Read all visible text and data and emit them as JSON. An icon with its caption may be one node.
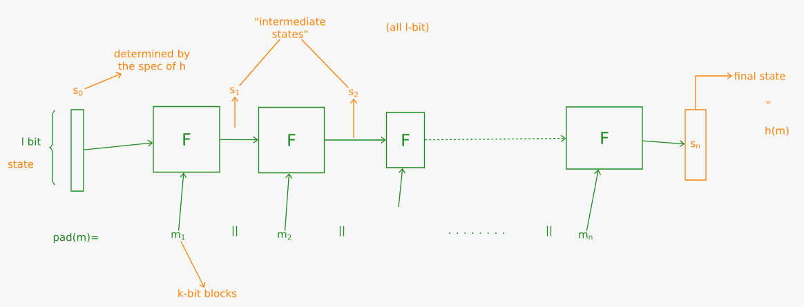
{
  "diagram": {
    "nodes": [
      {
        "text": [],
        "shape": "bar"
      },
      {
        "text": [
          "F"
        ]
      },
      {
        "text": [
          "F"
        ]
      },
      {
        "text": [
          "F"
        ]
      },
      {
        "text": [
          "F"
        ]
      },
      {
        "text": [
          "s$_{n}$"
        ]
      },
      {
        "text": [
          "s$_{0}$"
        ]
      },
      {
        "text": [
          "determined by the spec of h"
        ]
      },
      {
        "text": [
          "s$_{1}$"
        ]
      },
      {
        "text": [
          "s$_{2}$"
        ]
      },
      {
        "text": [
          "\"intermediate states\""
        ]
      },
      {
        "text": [
          "final state"
        ]
      },
      {
        "text": [
          "m$_{1}$"
        ]
      },
      {
        "text": [
          "m$_{2}$"
        ]
      },
      {
        "text": [
          "m$_{n}$"
        ]
      },
      {
        "text": [
          "k-bit blocks"
        ]
      }
    ],
    "edges": [
      {
        "from": 0,
        "to": 1,
        "arrow": "to"
      },
      {
        "from": 1,
        "to": 2,
        "arrow": "to"
      },
      {
        "from": 2,
        "to": 3,
        "arrow": "to"
      },
      {
        "from": 3,
        "to": 4,
        "arrow": "to",
        "style": "dashed"
      },
      {
        "from": 4,
        "to": 5,
        "arrow": "to"
      },
      {
        "from": 6,
        "to": 7,
        "arrow": "to",
        "color": "#ff8000"
      },
      {
        "from": null,
        "to": 8,
        "arrow": "to",
        "color": "#ff8000"
      },
      {
        "from": null,
        "to": 9,
        "arrow": "to",
        "color": "#ff8000"
      },
      {
        "from": 10,
        "to": 8,
        "arrow": "none",
        "color": "#ff8000"
      },
      {
        "from": 10,
        "to": 9,
        "arrow": "none",
        "color": "#ff8000"
      },
      {
        "from": 5,
        "to": 11,
        "arrow": "to",
        "color": "#ff8000"
      },
      {
        "from": 12,
        "to": 1,
        "arrow": "to"
      },
      {
        "from": 13,
        "to": 2,
        "arrow": "to"
      },
      {
        "from": null,
        "to": 3,
        "arrow": "to"
      },
      {
        "from": 14,
        "to": 4,
        "arrow": "to"
      },
      {
        "from": 12,
        "to": 15,
        "arrow": "to",
        "color": "#ff8000"
      }
    ],
    "labels": [
      "l bit",
      "state",
      "(all l-bit)",
      "\"",
      "h(m)",
      "pad(m)=",
      "||",
      "||",
      ". . . . . . . .",
      "||"
    ]
  }
}
